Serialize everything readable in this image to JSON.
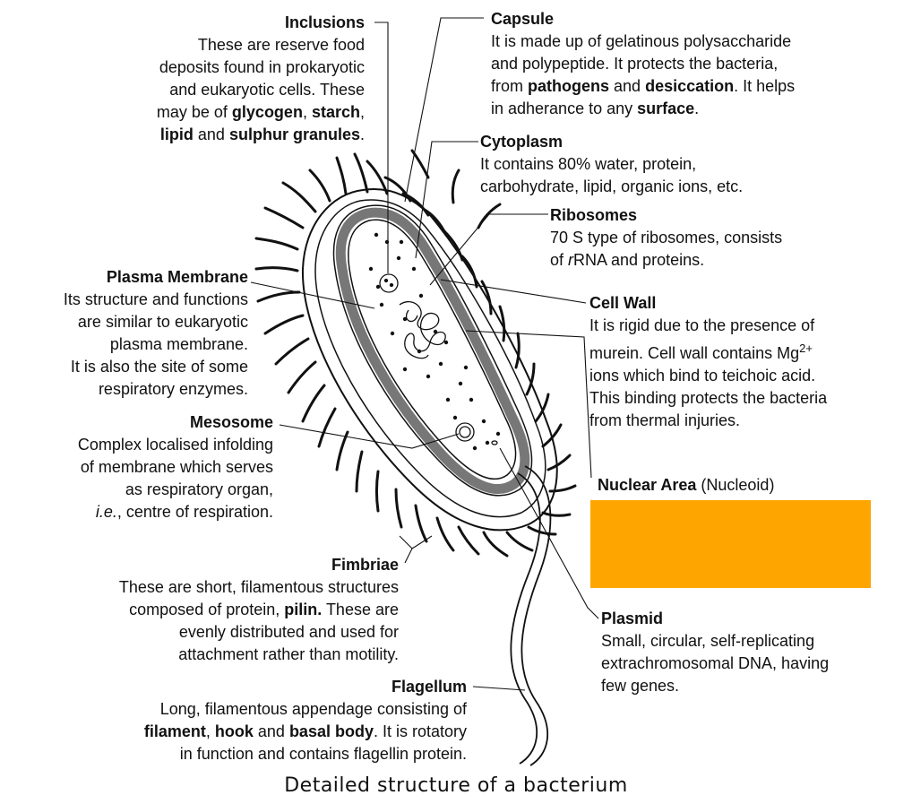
{
  "caption": "Detailed structure of a bacterium",
  "redaction_color": "#FFA500",
  "labels": {
    "inclusions": {
      "title": "Inclusions",
      "l1": "These are reserve food",
      "l2": "deposits found in prokaryotic",
      "l3": "and eukaryotic cells. These",
      "l4a": "may be of ",
      "l4b": "glycogen",
      "l4c": ", ",
      "l4d": "starch",
      "l4e": ",",
      "l5a": "lipid",
      "l5b": " and ",
      "l5c": "sulphur granules",
      "l5d": "."
    },
    "capsule": {
      "title": "Capsule",
      "l1": "It is made up of gelatinous polysaccharide",
      "l2": "and polypeptide. It protects the bacteria,",
      "l3a": "from ",
      "l3b": "pathogens",
      "l3c": " and ",
      "l3d": "desiccation",
      "l3e": ". It helps",
      "l4a": "in adherance to any ",
      "l4b": "surface",
      "l4c": "."
    },
    "cytoplasm": {
      "title": "Cytoplasm",
      "l1": "It contains 80% water, protein,",
      "l2": "carbohydrate, lipid, organic ions, etc."
    },
    "ribosomes": {
      "title": "Ribosomes",
      "l1": "70 S type of ribosomes, consists",
      "l2a": "of ",
      "l2b": "r",
      "l2c": "RNA and proteins."
    },
    "plasma_membrane": {
      "title": "Plasma Membrane",
      "l1": "Its structure and functions",
      "l2": "are similar to eukaryotic",
      "l3": "plasma membrane.",
      "l4": "It is also the site of some",
      "l5": "respiratory enzymes."
    },
    "cell_wall": {
      "title": "Cell Wall",
      "l1": "It is rigid due to the  presence of",
      "l2a": "murein. Cell wall contains Mg",
      "l2b": "2+",
      "l3": "ions which bind to teichoic acid.",
      "l4": "This binding protects the bacteria",
      "l5": "from thermal injuries."
    },
    "mesosome": {
      "title": "Mesosome",
      "l1": "Complex localised infolding",
      "l2": "of membrane which serves",
      "l3": "as respiratory organ,",
      "l4a": "i.e.",
      "l4b": ", centre of respiration."
    },
    "nuclear_area": {
      "title": "Nuclear Area",
      "subtitle": "(Nucleoid)"
    },
    "fimbriae": {
      "title": "Fimbriae",
      "l1": "These are short, filamentous structures",
      "l2a": "composed of protein, ",
      "l2b": "pilin.",
      "l2c": " These are",
      "l3": "evenly distributed and used for",
      "l4": "attachment rather than motility."
    },
    "plasmid": {
      "title": "Plasmid",
      "l1": "Small, circular, self-replicating",
      "l2": "extrachromosomal DNA, having",
      "l3": "few genes."
    },
    "flagellum": {
      "title": "Flagellum",
      "l1": "Long, filamentous appendage consisting of",
      "l2a": "filament",
      "l2b": ", ",
      "l2c": "hook",
      "l2d": " and ",
      "l2e": "basal body",
      "l2f": ". It is rotatory",
      "l3": "in function and contains flagellin protein."
    }
  }
}
